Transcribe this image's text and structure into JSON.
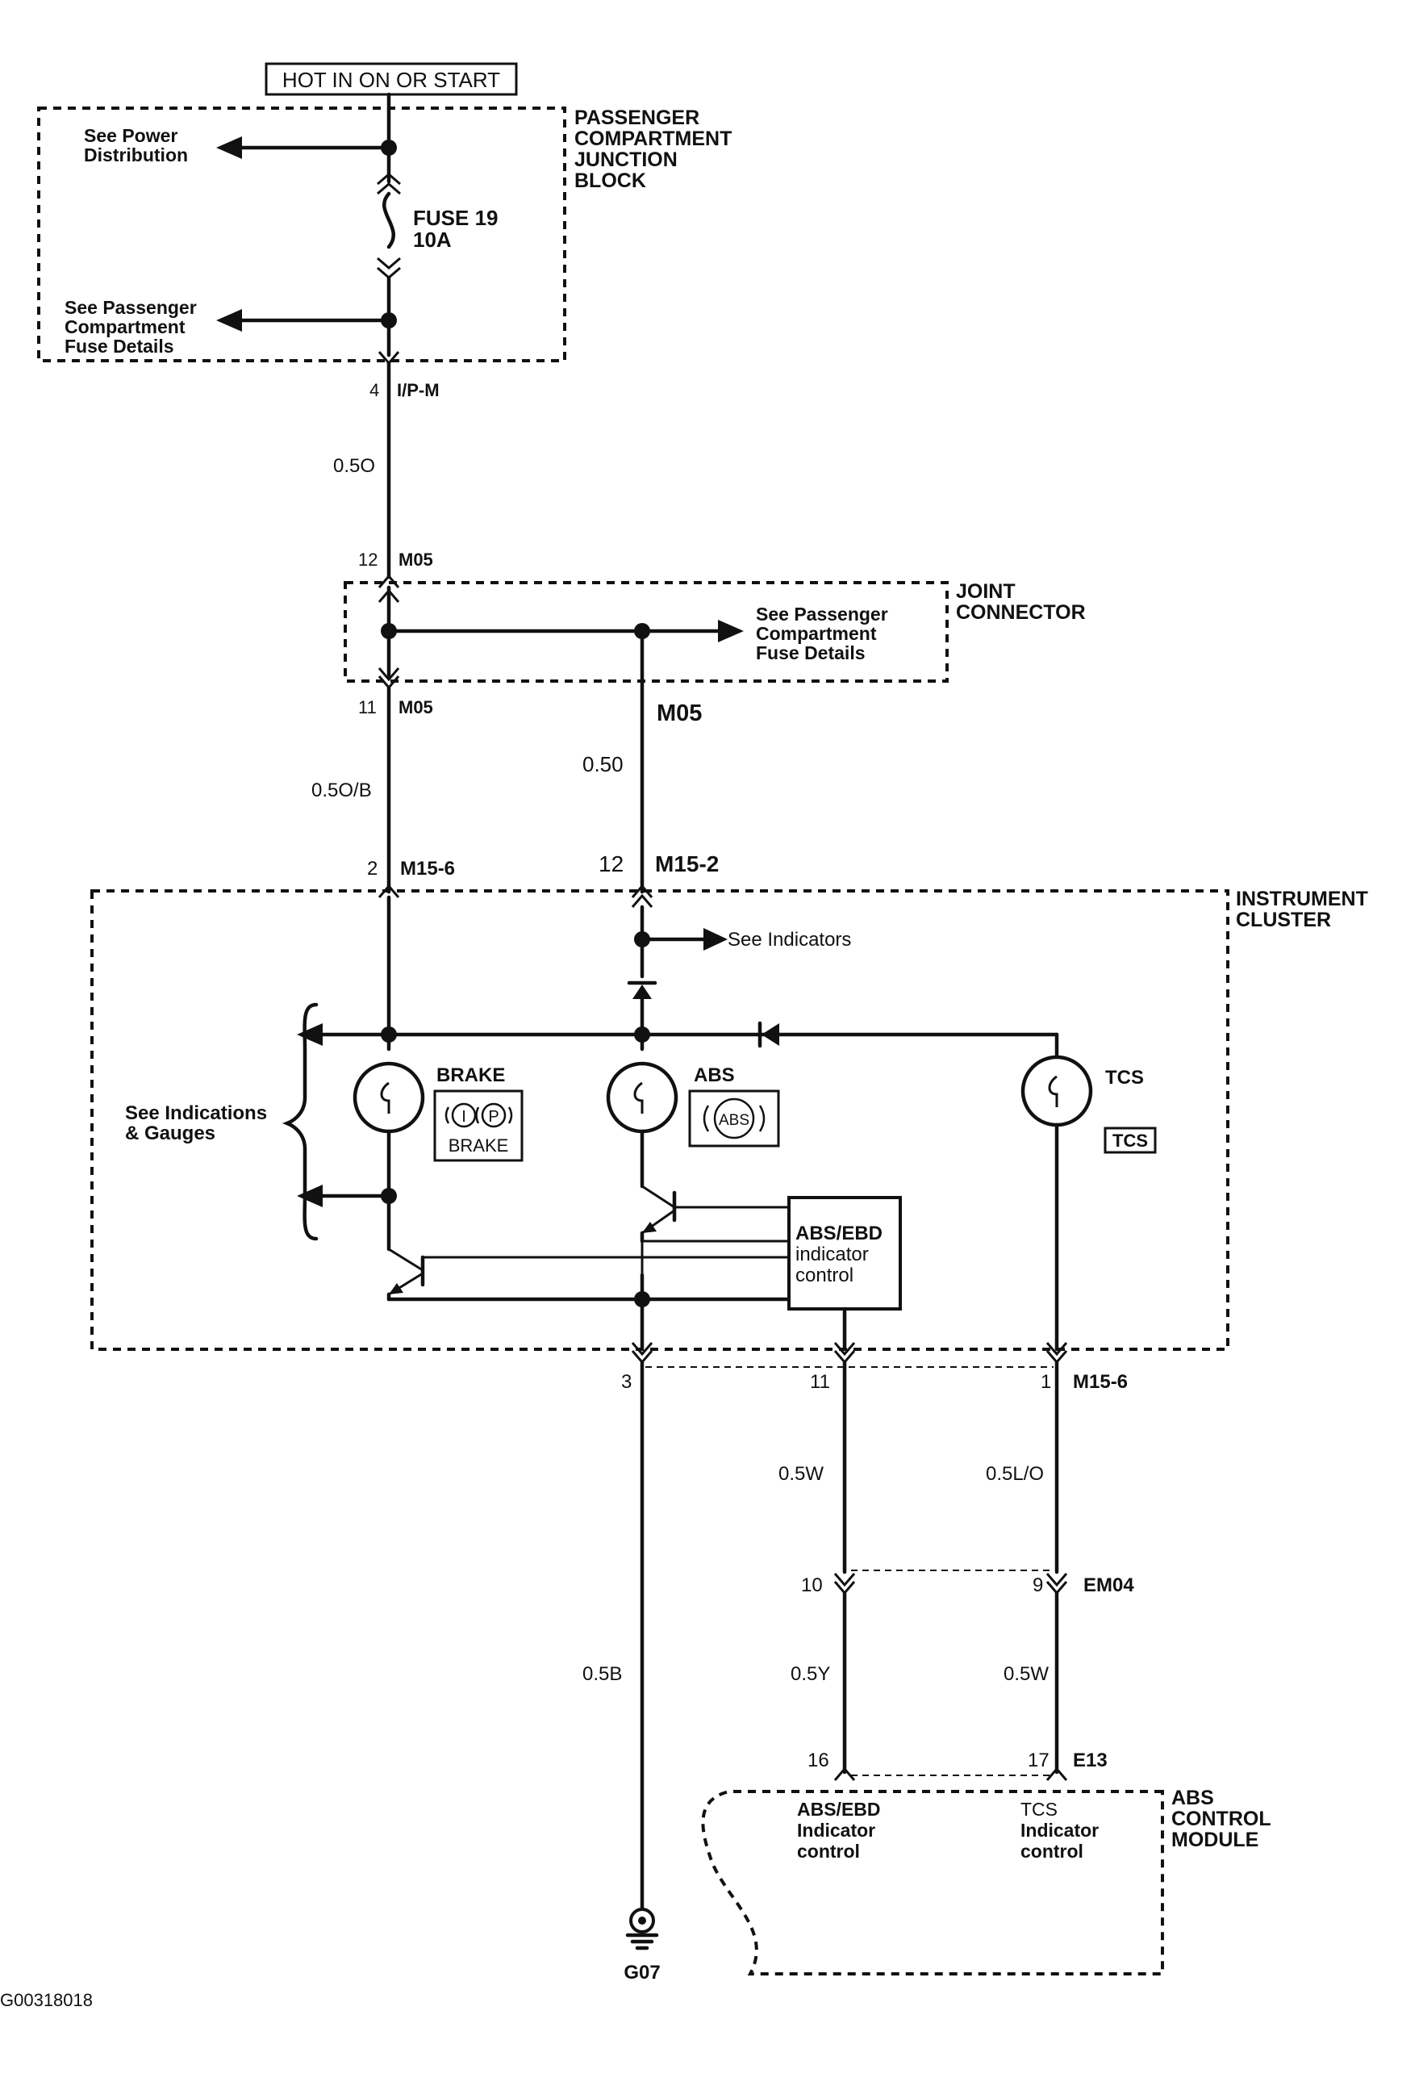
{
  "power": {
    "label": "HOT IN ON OR START"
  },
  "junction_block": {
    "title_lines": [
      "PASSENGER",
      "COMPARTMENT",
      "JUNCTION",
      "BLOCK"
    ],
    "power_dist_lines": [
      "See Power",
      "Distribution"
    ],
    "fuse_lines": [
      "FUSE 19",
      "10A"
    ],
    "fuse_details_lines": [
      "See Passenger",
      "Compartment",
      "Fuse Details"
    ],
    "out_pin": "4",
    "out_connector": "I/P-M"
  },
  "wires": {
    "w1": "0.5O",
    "w2": "0.5O/B",
    "w3": "0.50",
    "w4": "0.5B",
    "w5": "0.5W",
    "w6": "0.5L/O",
    "w7": "0.5Y",
    "w8": "0.5W"
  },
  "joint_connector": {
    "title_lines": [
      "JOINT",
      "CONNECTOR"
    ],
    "in_pin": "12",
    "in_connector": "M05",
    "out_pin": "11",
    "out_connector": "M05",
    "branch_connector": "M05",
    "fuse_details_lines": [
      "See Passenger",
      "Compartment",
      "Fuse Details"
    ]
  },
  "cluster": {
    "title_lines": [
      "INSTRUMENT",
      "CLUSTER"
    ],
    "pin_brake": "2",
    "conn_brake": "M15-6",
    "pin_abs": "12",
    "conn_abs": "M15-2",
    "see_indicators": "See Indicators",
    "indications_lines": [
      "See Indications",
      "& Gauges"
    ],
    "brake_label": "BRAKE",
    "brake_symbol_i": "I",
    "brake_symbol_p": "P",
    "brake_symbol_text": "BRAKE",
    "abs_label": "ABS",
    "abs_symbol": "ABS",
    "tcs_label": "TCS",
    "tcs_symbol": "TCS",
    "control_lines": [
      "ABS/EBD",
      "indicator",
      "control"
    ],
    "pin_ground": "3",
    "pin_abs_out": "11",
    "pin_tcs_out": "1",
    "conn_out": "M15-6"
  },
  "em04": {
    "pin_left": "10",
    "pin_right": "9",
    "connector": "EM04"
  },
  "e13": {
    "pin_left": "16",
    "pin_right": "17",
    "connector": "E13"
  },
  "abs_module": {
    "title_lines": [
      "ABS",
      "CONTROL",
      "MODULE"
    ],
    "left_lines": [
      "ABS/EBD",
      "Indicator",
      "control"
    ],
    "right_lines": [
      "TCS",
      "Indicator",
      "control"
    ]
  },
  "ground": {
    "label": "G07"
  },
  "figure_id": "G00318018"
}
